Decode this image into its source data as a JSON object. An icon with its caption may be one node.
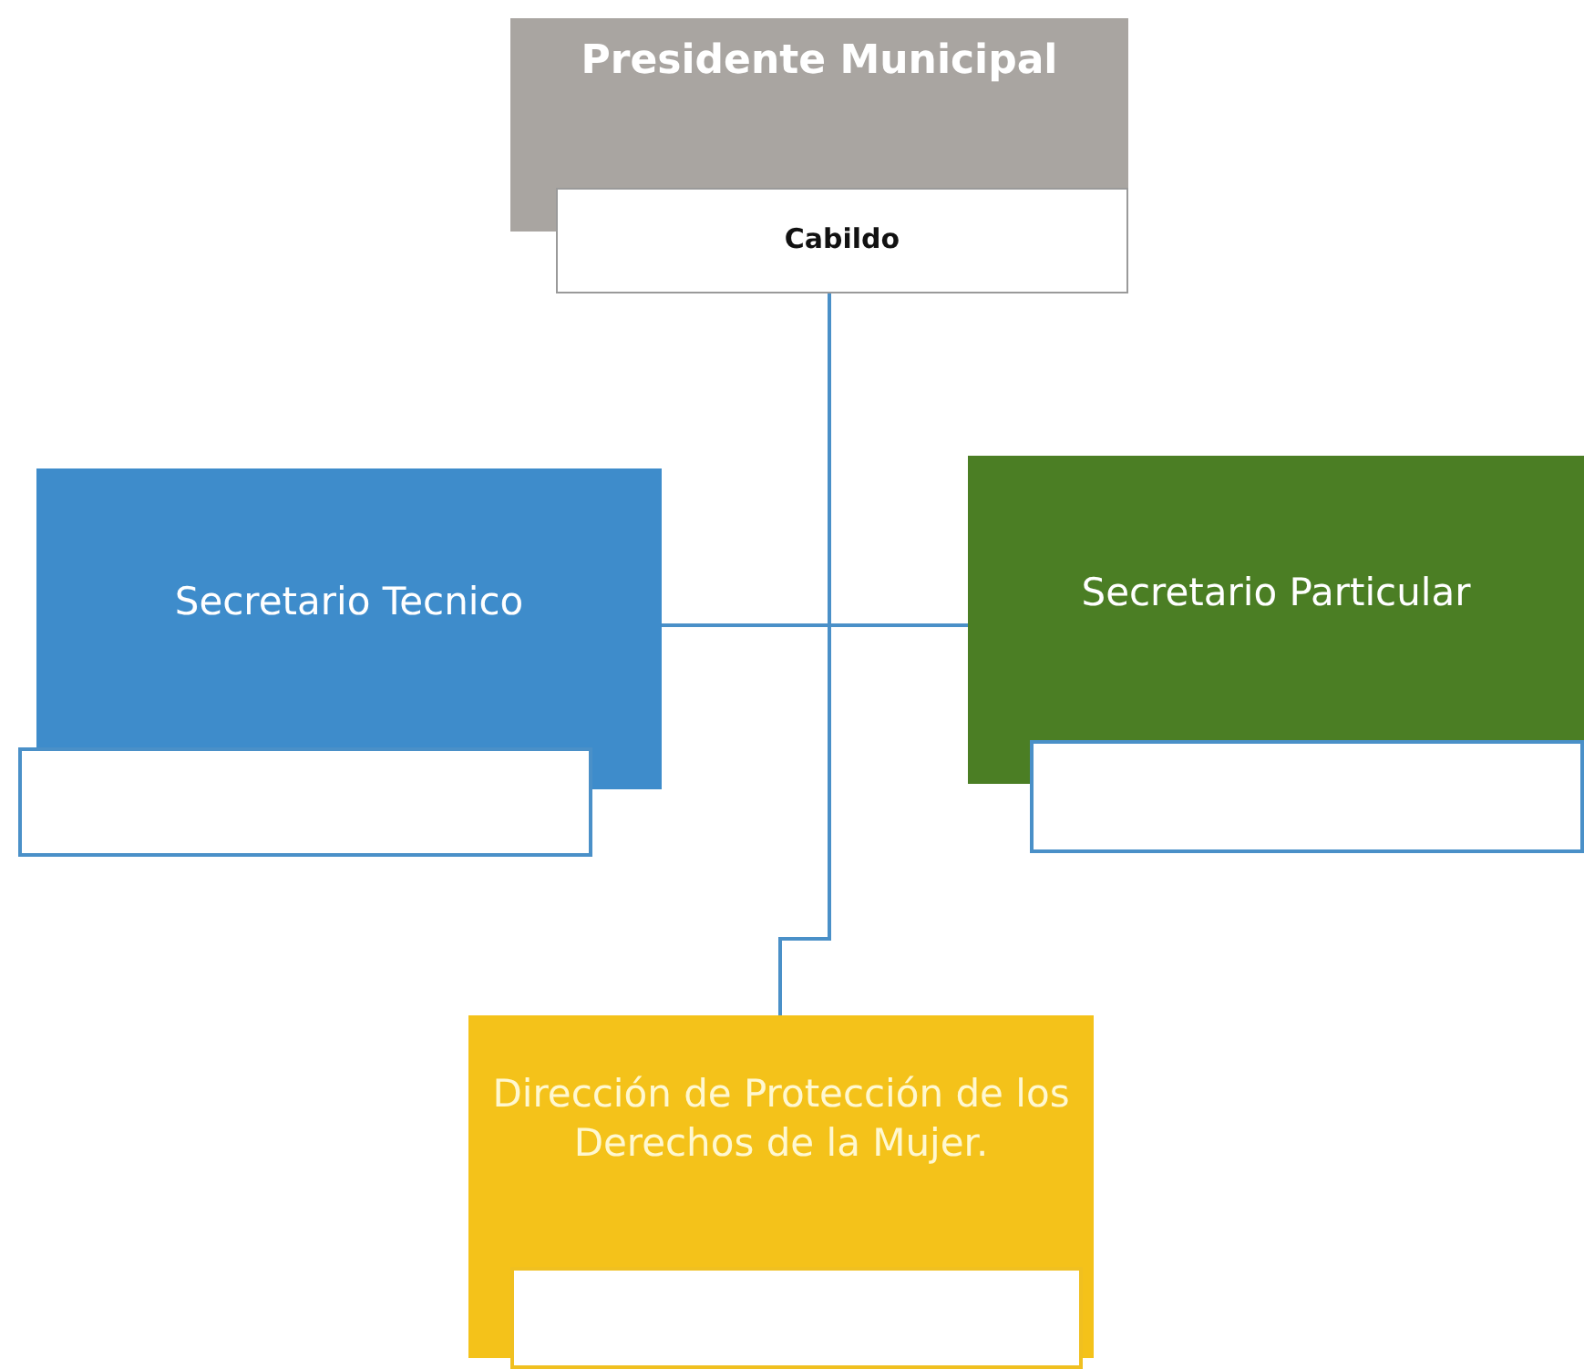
{
  "diagram": {
    "nodes": [
      {
        "text": [
          "Presidente  Municipal"
        ]
      },
      {
        "text": [
          "Cabildo"
        ]
      },
      {
        "text": [
          "Secretario Tecnico"
        ]
      },
      {
        "text": [],
        "shape": "box"
      },
      {
        "text": [
          "Secretario Particular"
        ]
      },
      {
        "text": [],
        "shape": "box"
      },
      {
        "text": [
          "Dirección de Protección de los Derechos de la Mujer."
        ]
      },
      {
        "text": [],
        "shape": "box"
      }
    ],
    "edges": [
      {
        "from": 1,
        "to": 2,
        "arrow": "none"
      },
      {
        "from": 1,
        "to": 4,
        "arrow": "none"
      },
      {
        "from": 1,
        "to": 6,
        "arrow": "none"
      }
    ]
  }
}
